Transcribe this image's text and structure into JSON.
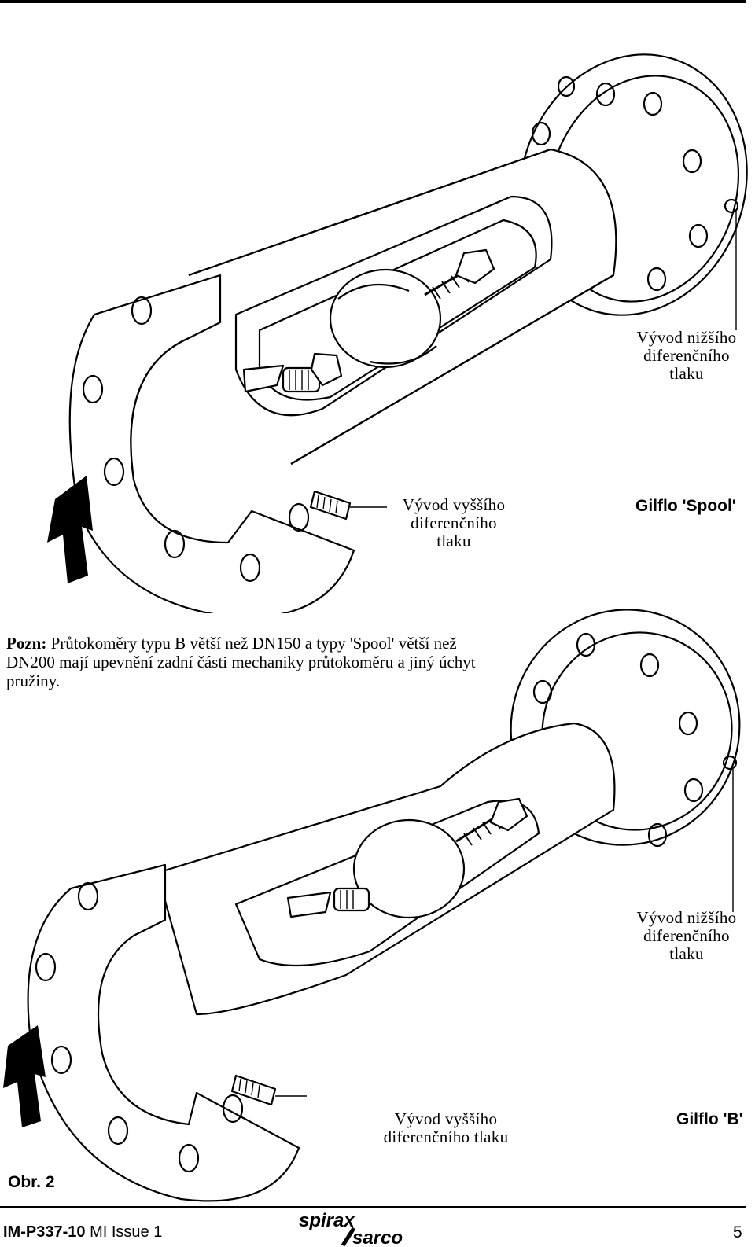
{
  "spool": {
    "low_tap": [
      "Vývod nižšího",
      "diferenčního",
      "tlaku"
    ],
    "high_tap": [
      "Vývod vyššího",
      "diferenčního",
      "tlaku"
    ],
    "title": "Gilflo 'Spool'"
  },
  "note": {
    "prefix": "Pozn:",
    "text": "Průtokoměry typu B větší než DN150 a typy 'Spool' větší než DN200 mají upevnění zadní části mechaniky průtokoměru a jiný úchyt pružiny."
  },
  "b": {
    "low_tap": [
      "Vývod nižšího",
      "diferenčního",
      "tlaku"
    ],
    "high_tap": [
      "Vývod vyššího",
      "diferenčního tlaku"
    ],
    "title": "Gilflo 'B'"
  },
  "figure_label": "Obr. 2",
  "footer": {
    "doc_code": "IM-P337-10",
    "issue": "MI Issue 1",
    "logo_top": "spirax",
    "logo_bottom": "sarco",
    "page": "5"
  }
}
